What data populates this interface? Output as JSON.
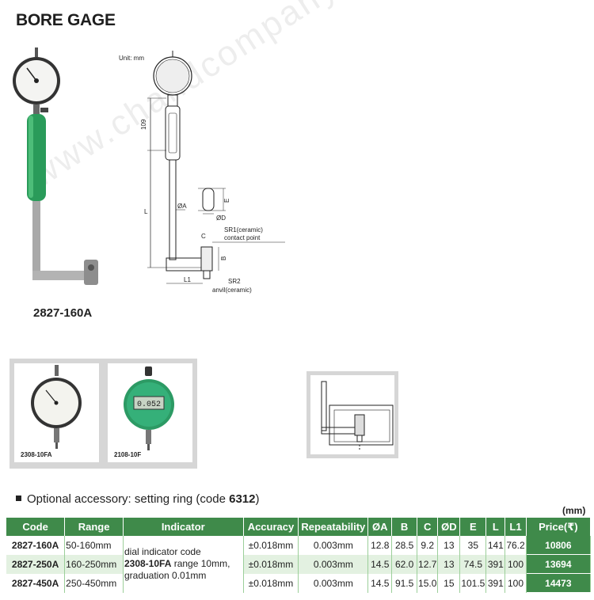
{
  "title": "BORE GAGE",
  "watermark": "www.chandcompany.com",
  "product": {
    "model": "2827-160A"
  },
  "diagram": {
    "unit": "Unit: mm",
    "dim_109": "109",
    "dim_L": "L",
    "dim_A": "ØA",
    "dim_E": "E",
    "dim_D": "ØD",
    "dim_C": "C",
    "dim_B": "B",
    "dim_L1": "L1",
    "sr1_line1": "SR1(ceramic)",
    "sr1_line2": "contact point",
    "sr2_line1": "SR2",
    "sr2_line2": "anvil(ceramic)"
  },
  "indicators": [
    {
      "code": "2308-10FA",
      "type": "dial"
    },
    {
      "code": "2108-10F",
      "type": "digital",
      "display": "0.052"
    }
  ],
  "accessory": {
    "text": "Optional accessory: setting ring (code ",
    "code": "6312",
    "close": ")"
  },
  "unit_note": "(mm)",
  "table": {
    "headers": [
      "Code",
      "Range",
      "Indicator",
      "Accuracy",
      "Repeatability",
      "ØA",
      "B",
      "C",
      "ØD",
      "E",
      "L",
      "L1",
      "Price(₹)"
    ],
    "indicator_note": {
      "line1": "dial indicator code",
      "code": "2308-10FA",
      "line2": "range 10mm,",
      "line3": "graduation 0.01mm"
    },
    "rows": [
      {
        "code": "2827-160A",
        "range": "50-160mm",
        "accuracy": "±0.018mm",
        "repeatability": "0.003mm",
        "A": "12.8",
        "B": "28.5",
        "C": "9.2",
        "D": "13",
        "E": "35",
        "L": "141",
        "L1": "76.2",
        "price": "10806"
      },
      {
        "code": "2827-250A",
        "range": "160-250mm",
        "accuracy": "±0.018mm",
        "repeatability": "0.003mm",
        "A": "14.5",
        "B": "62.0",
        "C": "12.7",
        "D": "13",
        "E": "74.5",
        "L": "391",
        "L1": "100",
        "price": "13694"
      },
      {
        "code": "2827-450A",
        "range": "250-450mm",
        "accuracy": "±0.018mm",
        "repeatability": "0.003mm",
        "A": "14.5",
        "B": "91.5",
        "C": "15.0",
        "D": "15",
        "E": "101.5",
        "L": "391",
        "L1": "100",
        "price": "14473"
      }
    ]
  },
  "colors": {
    "header_green": "#3f8a4a",
    "row_green": "#e3f1e1"
  }
}
